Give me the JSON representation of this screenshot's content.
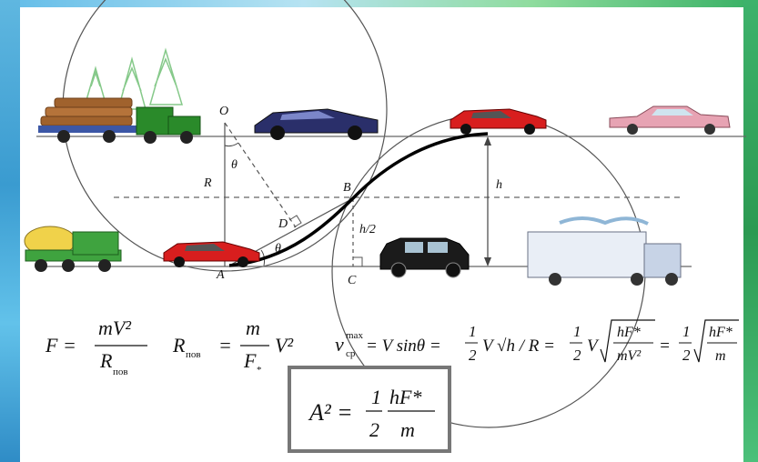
{
  "points": {
    "O": "O",
    "A": "A",
    "B": "B",
    "C": "C",
    "D": "D",
    "R": "R",
    "h": "h",
    "h2": "h/2",
    "theta_top": "θ",
    "theta_bottom": "θ"
  },
  "formulas": {
    "f1_lhs": "F =",
    "f1_num": "mV²",
    "f1_den": "R",
    "f1_den_sub": "пов",
    "f2_lhs": "R",
    "f2_lhs_sub": "пов",
    "f2_eq": "=",
    "f2_num": "m",
    "f2_den": "F",
    "f2_den_sub": "*",
    "f2_tail": "V²",
    "f3_lhs": "v",
    "f3_lhs_sup": "max",
    "f3_lhs_sub": "ср",
    "f3_body": "= V sinθ =",
    "f3_half1_num": "1",
    "f3_half1_den": "2",
    "f3_sqrt1": "V √h / R =",
    "f3_half2_num": "1",
    "f3_half2_den": "2",
    "f3_sqrt2_v": "V",
    "f3_sqrt2_num": "hF*",
    "f3_sqrt2_den": "mV²",
    "f3_eq2": "=",
    "f3_half3_num": "1",
    "f3_half3_den": "2",
    "f3_sqrt3_num": "hF*",
    "f3_sqrt3_den": "m",
    "boxed_lhs": "A² =",
    "boxed_half_num": "1",
    "boxed_half_den": "2",
    "boxed_frac_num": "hF*",
    "boxed_frac_den": "m"
  },
  "vehicles": [
    {
      "name": "logging-truck",
      "color": "#2a8a2a"
    },
    {
      "name": "blue-sports-car",
      "color": "#2a2f6a"
    },
    {
      "name": "red-sports-car-top",
      "color": "#d81e1e"
    },
    {
      "name": "pink-cadillac",
      "color": "#e7a3b3"
    },
    {
      "name": "concrete-mixer-truck",
      "color": "#3fa33f"
    },
    {
      "name": "red-sports-car-bottom",
      "color": "#d81e1e"
    },
    {
      "name": "black-taxi",
      "color": "#1b1b1b"
    },
    {
      "name": "white-box-truck",
      "color": "#e9eef6"
    }
  ],
  "colors": {
    "line": "#555555",
    "curve": "#000000",
    "trees": "#86c98a"
  }
}
